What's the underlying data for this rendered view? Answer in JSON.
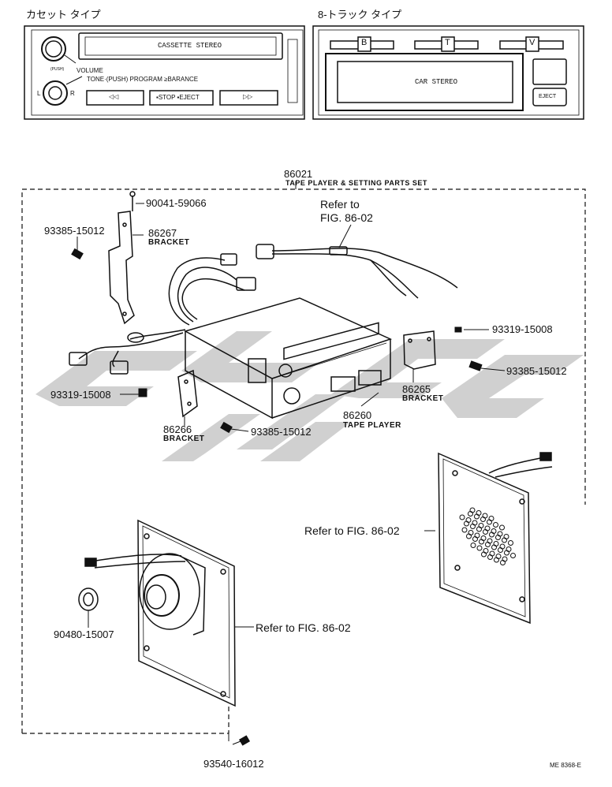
{
  "headers": {
    "cassette_type": "カセット タイプ",
    "eight_track_type": "8-トラック タイプ"
  },
  "cassette_panel": {
    "display": "CASSETTE STEREO",
    "volume": "VOLUME",
    "push": "(PUSH)",
    "tone_line": "TONE·(PUSH)  PROGRAM ≥BARANCE",
    "left": "L",
    "right": "R",
    "rew": "◁◁",
    "stop_eject": "▪STOP ▪EJECT",
    "ff": "▷▷"
  },
  "eight_track_panel": {
    "btn_b": "B",
    "btn_t": "T",
    "btn_v": "V",
    "display": "CAR STEREO",
    "eject": "EJECT"
  },
  "parts": {
    "set_number": "86021",
    "set_name": "TAPE PLAYER & SETTING PARTS SET",
    "p1": "90041-59066",
    "p2_num": "86267",
    "p2_name": "BRACKET",
    "p3": "93385-15012",
    "ref_fig_top_1": "Refer to",
    "ref_fig_top_2": "FIG. 86-02",
    "p4": "93319-15008",
    "p5": "93385-15012",
    "p6_num": "86265",
    "p6_name": "BRACKET",
    "p7": "93319-15008",
    "p8_num": "86260",
    "p8_name": "TAPE PLAYER",
    "p9_num": "86266",
    "p9_name": "BRACKET",
    "p10": "93385-15012",
    "ref_mid": "Refer to FIG. 86-02",
    "p11": "90480-15007",
    "ref_low": "Refer to FIG. 86-02",
    "p12": "93540-16012",
    "code": "ME 8368-E"
  },
  "colors": {
    "ink": "#111111",
    "watermark": "#c8c8c8"
  }
}
